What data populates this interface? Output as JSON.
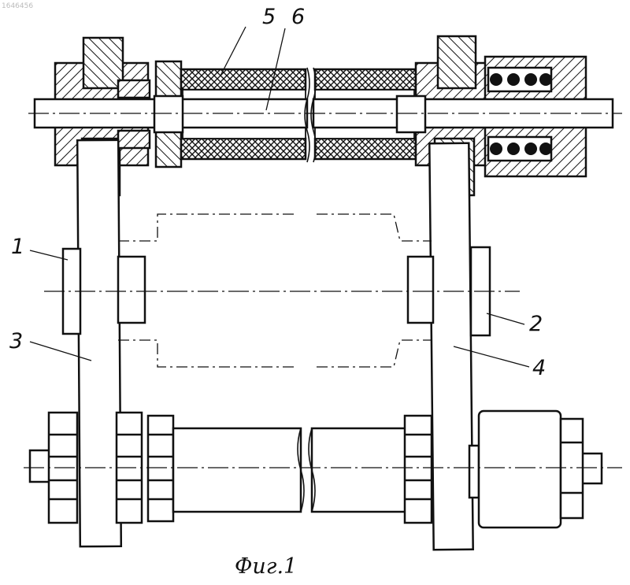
{
  "figure": {
    "reference_number": "1646456",
    "caption": "Фиг.1",
    "labels": {
      "l1": "1",
      "l2": "2",
      "l3": "3",
      "l4": "4",
      "l5": "5",
      "l6": "6"
    }
  },
  "colors": {
    "ink": "#111111",
    "paper": "#ffffff"
  }
}
